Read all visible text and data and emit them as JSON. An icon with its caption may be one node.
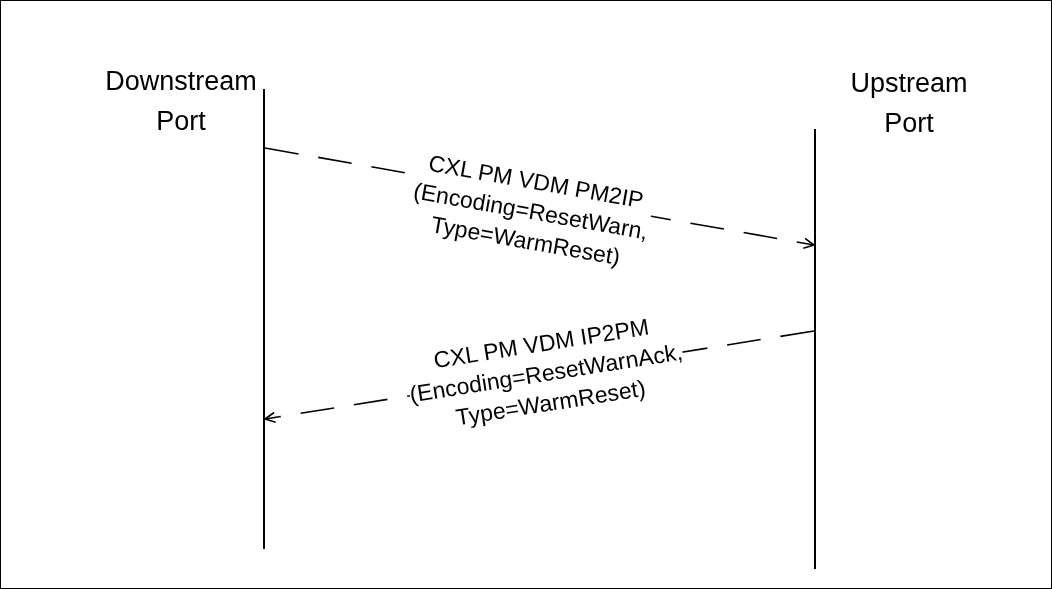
{
  "diagram": {
    "nodes": [
      {
        "text": [
          "Downstream Port"
        ]
      },
      {
        "text": [
          "Upstream Port"
        ]
      },
      {
        "text": [],
        "shape": "bar"
      },
      {
        "text": [],
        "shape": "bar"
      }
    ],
    "edges": [
      {
        "from": 2,
        "to": 3,
        "arrow": "to",
        "style": "dashed",
        "label": "CXL PM VDM PM2IP (Encoding=ResetWarn, Type=WarmReset)"
      },
      {
        "from": 3,
        "to": 2,
        "arrow": "to",
        "style": "dashed",
        "label": "CXL PM VDM IP2PM (Encoding=ResetWarnAck, Type=WarmReset)"
      }
    ]
  }
}
